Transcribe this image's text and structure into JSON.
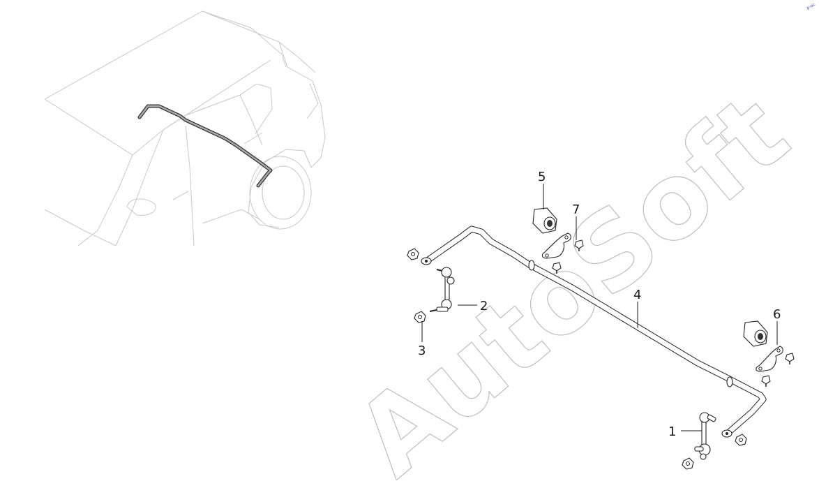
{
  "watermark": "AutoSoft",
  "callouts": [
    {
      "id": "1",
      "label": "1"
    },
    {
      "id": "2",
      "label": "2"
    },
    {
      "id": "3",
      "label": "3"
    },
    {
      "id": "4",
      "label": "4"
    },
    {
      "id": "5",
      "label": "5"
    },
    {
      "id": "6",
      "label": "6"
    },
    {
      "id": "7",
      "label": "7"
    }
  ],
  "corner_mark": "p-oc"
}
